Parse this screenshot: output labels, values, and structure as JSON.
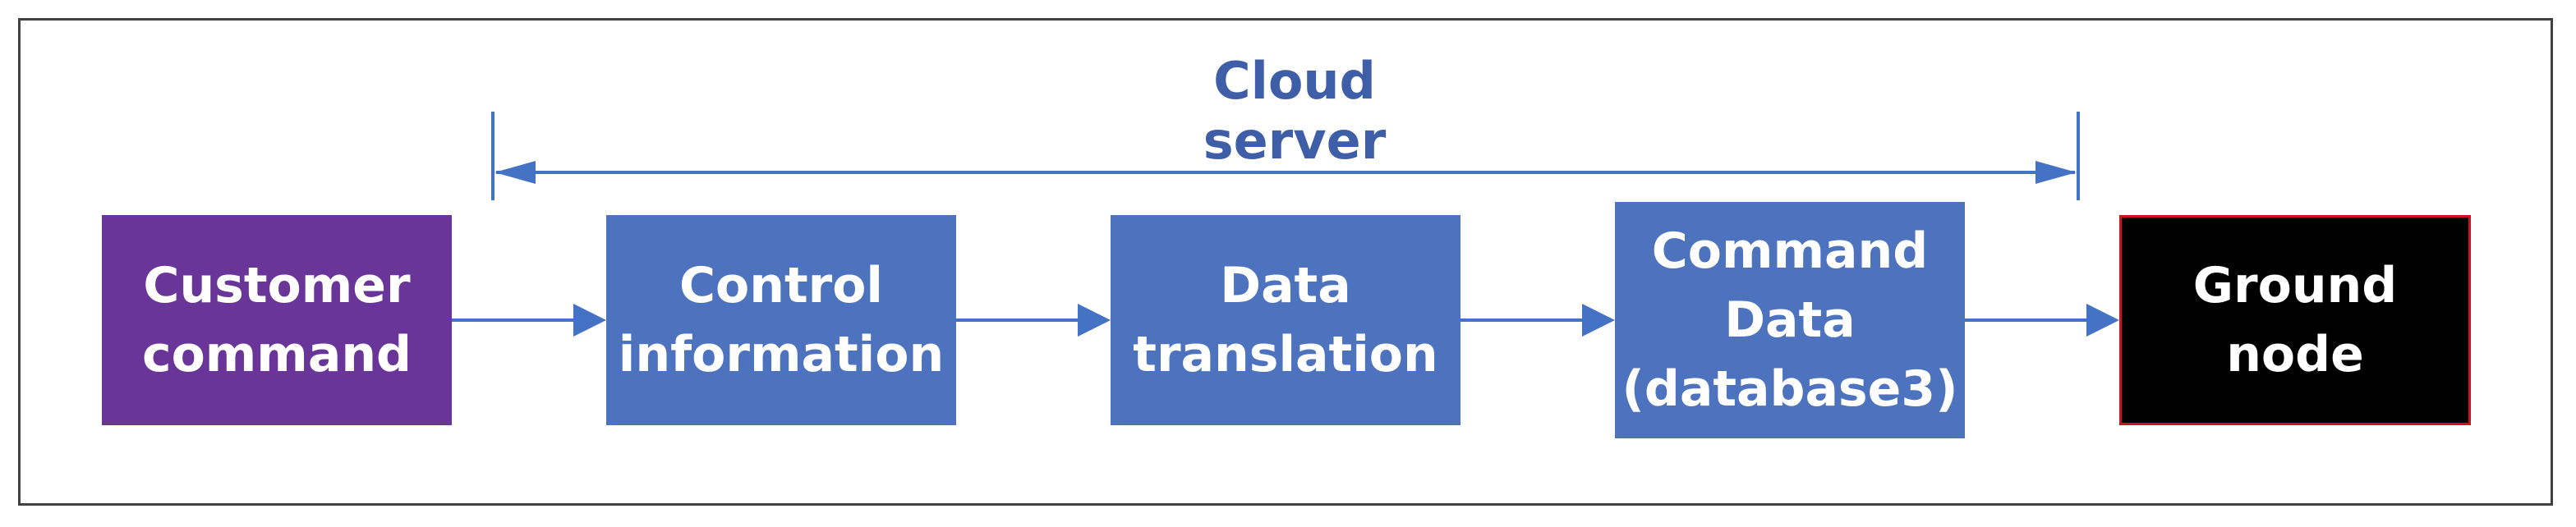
{
  "title": "Cloud server",
  "nodes": {
    "customer": {
      "label": "Customer\ncommand",
      "color": "#6a3598"
    },
    "control": {
      "label": "Control\ninformation",
      "color": "#4e73be"
    },
    "translation": {
      "label": "Data\ntranslation",
      "color": "#4e73be"
    },
    "command_data": {
      "label": "Command\nData\n(database3)",
      "color": "#4e73be"
    },
    "ground": {
      "label": "Ground node",
      "color": "#000000",
      "border": "#d0101c"
    }
  },
  "colors": {
    "accent": "#4472c4",
    "title": "#3f5ea8"
  }
}
